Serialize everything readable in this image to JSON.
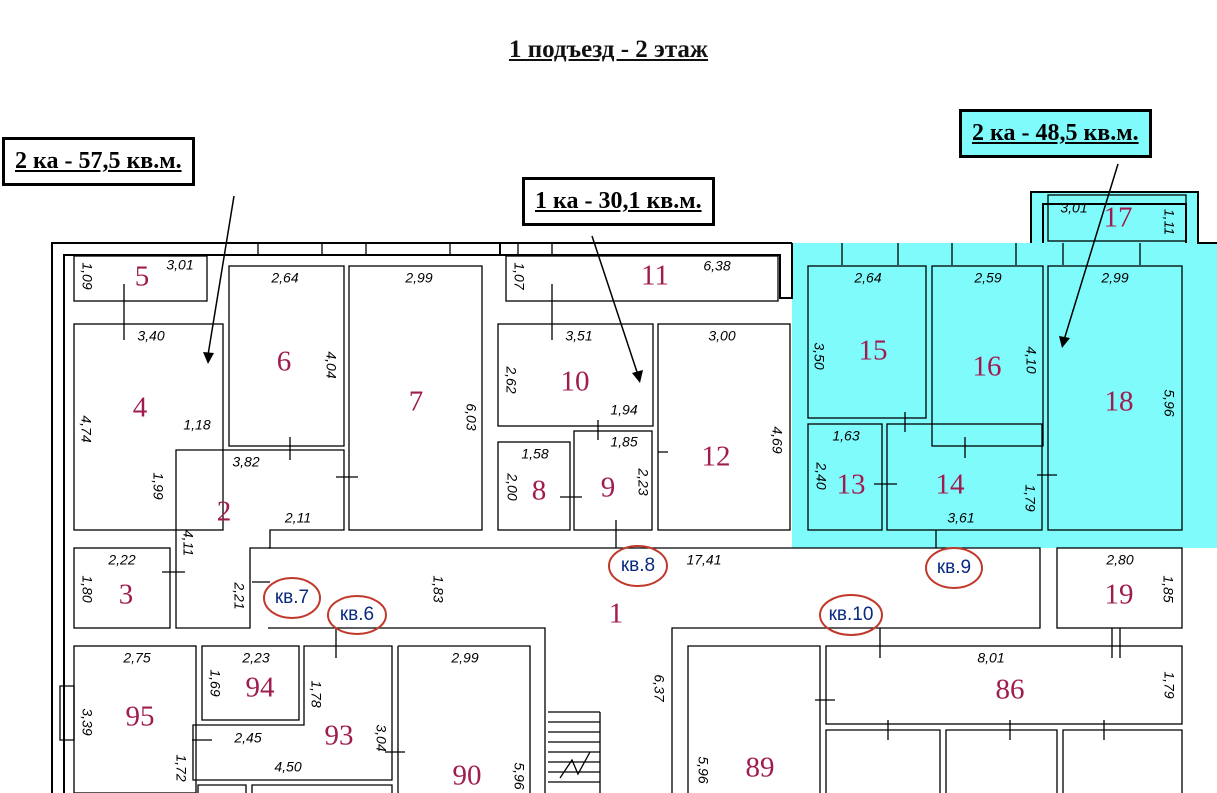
{
  "title": "1 подъезд - 2 этаж",
  "callouts": {
    "left": "2 ка - 57,5 кв.м.",
    "middle": "1 ка - 30,1 кв.м.",
    "right": "2 ка - 48,5 кв.м."
  },
  "colors": {
    "highlight": "#7ffbfb",
    "room_number": "#a01c50",
    "apartment_label": "#0a2a80",
    "apartment_circle": "#c0392b"
  },
  "apartments": [
    "кв.8",
    "кв.9",
    "кв.7",
    "кв.6",
    "кв.10"
  ],
  "rooms": [
    "5",
    "4",
    "6",
    "7",
    "11",
    "10",
    "12",
    "15",
    "16",
    "17",
    "18",
    "2",
    "8",
    "9",
    "13",
    "14",
    "3",
    "1",
    "19",
    "95",
    "94",
    "93",
    "90",
    "89",
    "86"
  ],
  "dimensions": [
    "3,01",
    "1,09",
    "2,64",
    "2,99",
    "1,07",
    "6,38",
    "3,01",
    "1,11",
    "2,64",
    "2,59",
    "2,99",
    "3,40",
    "3,51",
    "3,00",
    "4,04",
    "6,03",
    "2,62",
    "3,50",
    "4,10",
    "5,96",
    "4,74",
    "1,94",
    "4,69",
    "1,18",
    "1,85",
    "1,63",
    "3,82",
    "1,58",
    "2,23",
    "2,40",
    "1,79",
    "1,99",
    "2,00",
    "2,11",
    "3,61",
    "4,11",
    "2,22",
    "17,41",
    "2,80",
    "1,80",
    "2,21",
    "1,83",
    "1,85",
    "2,75",
    "2,23",
    "2,99",
    "8,01",
    "1,69",
    "1,78",
    "6,37",
    "1,79",
    "3,39",
    "3,04",
    "2,45",
    "1,72",
    "4,50",
    "5,96",
    "5,96"
  ]
}
